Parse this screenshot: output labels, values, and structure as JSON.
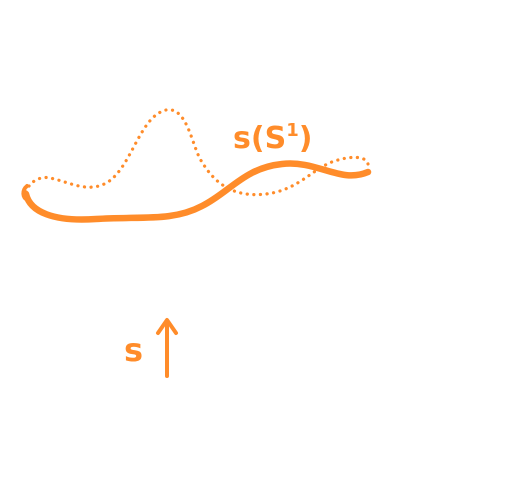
{
  "colors": {
    "accent": "#FF8C2A",
    "background": "#FFFFFF"
  },
  "labels": {
    "section_label_base": "s(S",
    "section_label_sup": "1",
    "section_label_close": ")",
    "map_label": "s"
  }
}
